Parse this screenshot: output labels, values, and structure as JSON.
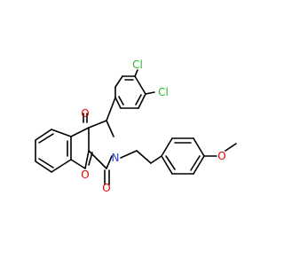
{
  "molecule": {
    "atoms": {
      "cl_top": {
        "text": "Cl",
        "color": "#2db82d"
      },
      "cl_right": {
        "text": "Cl",
        "color": "#2db82d"
      },
      "o_ketone": {
        "text": "O",
        "color": "#e00000"
      },
      "o_ring": {
        "text": "O",
        "color": "#e00000"
      },
      "o_imide": {
        "text": "O",
        "color": "#e00000"
      },
      "n_ring": {
        "text": "N",
        "color": "#1f3fd9"
      },
      "o_methoxy": {
        "text": "O",
        "color": "#e00000"
      }
    },
    "bond_color": "#000000",
    "background": "#ffffff"
  }
}
